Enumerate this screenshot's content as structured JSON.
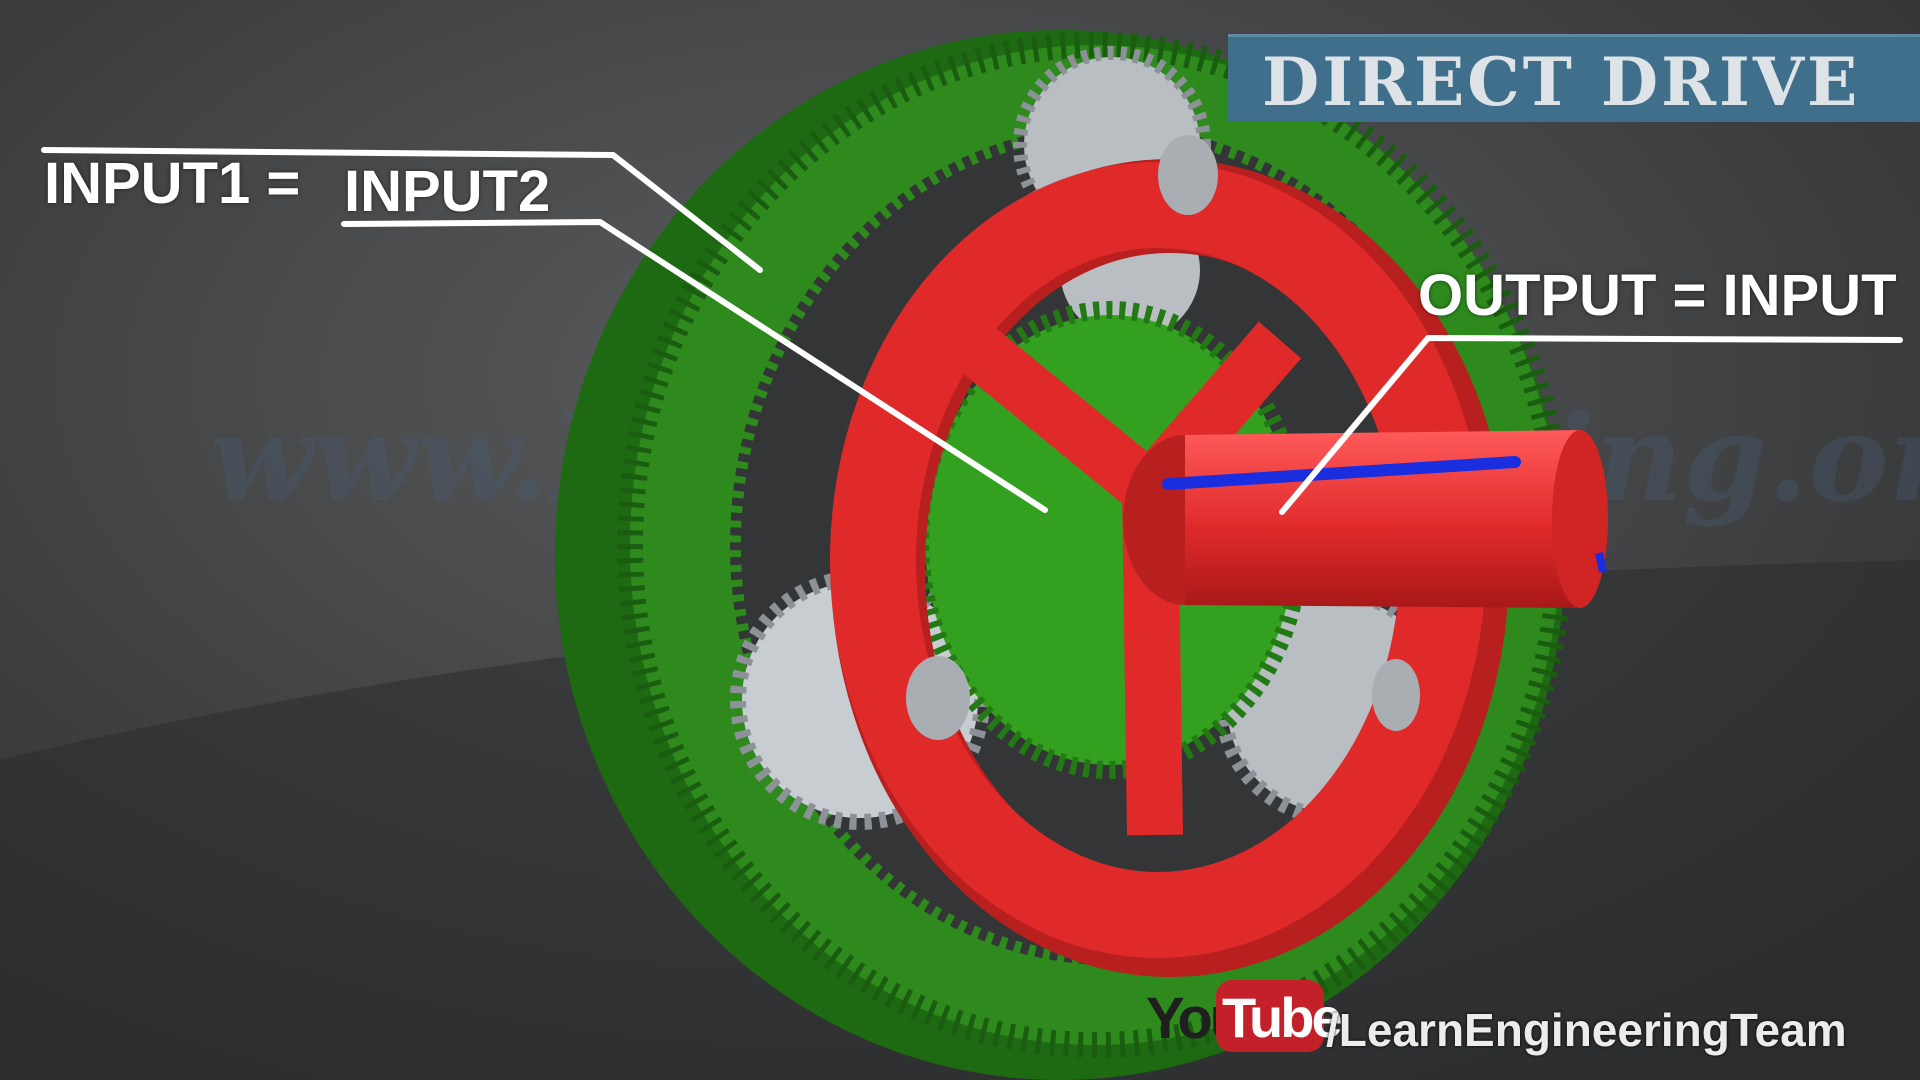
{
  "title": "DIRECT DRIVE",
  "watermark": "www.LearnEngineering.org",
  "labels": {
    "input1": "INPUT1 =",
    "input2": "INPUT2",
    "output": "OUTPUT = INPUT"
  },
  "youtube": {
    "you": "You",
    "tube": "Tube",
    "channel": "/LearnEngineeringTeam"
  },
  "colors": {
    "ring_gear": "#2f8a1e",
    "carrier": "#e02a2a",
    "sun_gear": "#33a020",
    "planet_gear": "#b9bec3",
    "shaft_stripe": "#1a2ee0",
    "title_box": "#3f6f8a"
  }
}
